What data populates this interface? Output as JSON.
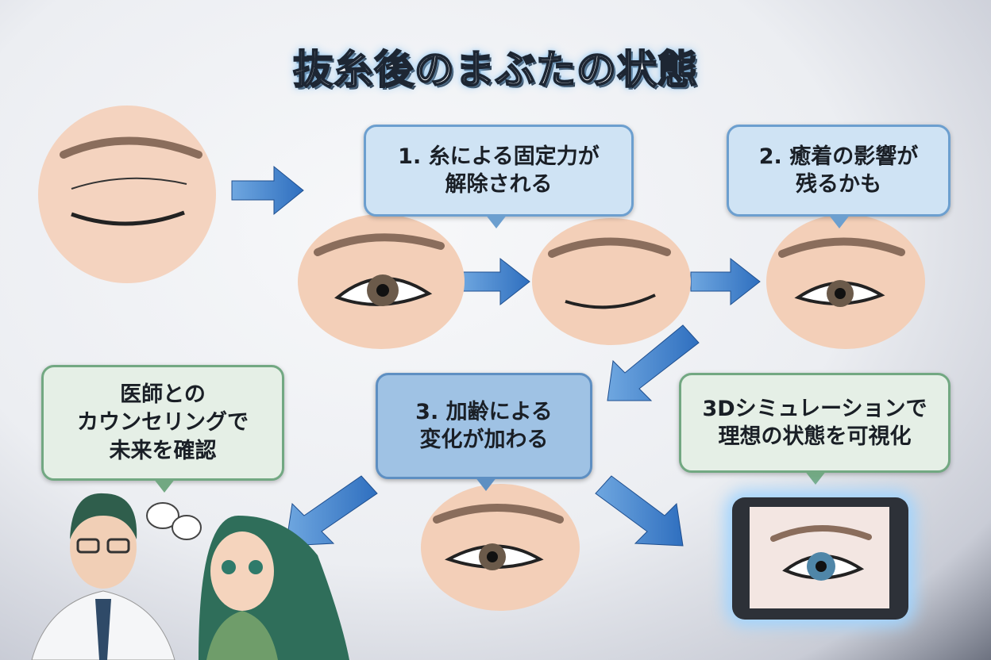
{
  "title": "抜糸後のまぶたの状態",
  "steps": [
    {
      "line1": "1. 糸による固定力が",
      "line2": "解除される"
    },
    {
      "line1": "2. 癒着の影響が",
      "line2": "残るかも"
    },
    {
      "line1": "3. 加齢による",
      "line2": "変化が加わる"
    }
  ],
  "doctor_box": {
    "line1": "医師との",
    "line2": "カウンセリングで",
    "line3": "未来を確認"
  },
  "sim_box": {
    "line1": "3Dシミュレーションで",
    "line2": "理想の状態を可視化"
  },
  "colors": {
    "arrow": "#3f7fc9",
    "box_blue": "#cfe3f4",
    "box_green": "#e5efe6"
  }
}
